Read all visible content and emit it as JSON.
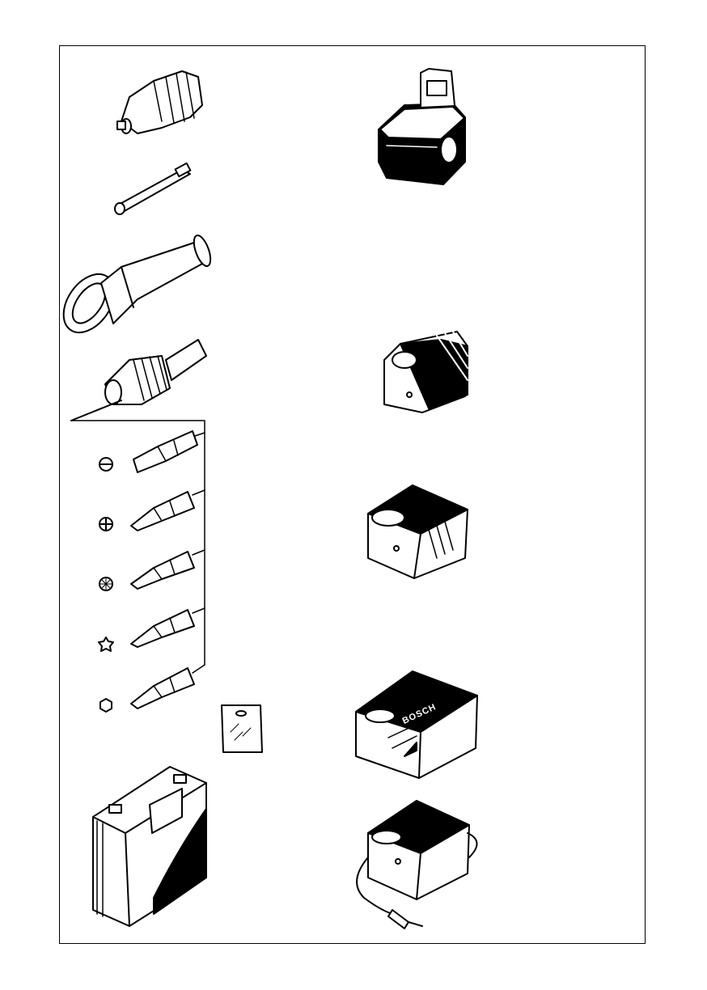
{
  "charger_brand": "BOSCH",
  "symbols": {
    "slotted": "slotted-symbol",
    "phillips": "phillips-symbol",
    "pozidriv": "pozidriv-symbol",
    "torx": "torx-symbol",
    "hex": "hex-symbol"
  }
}
